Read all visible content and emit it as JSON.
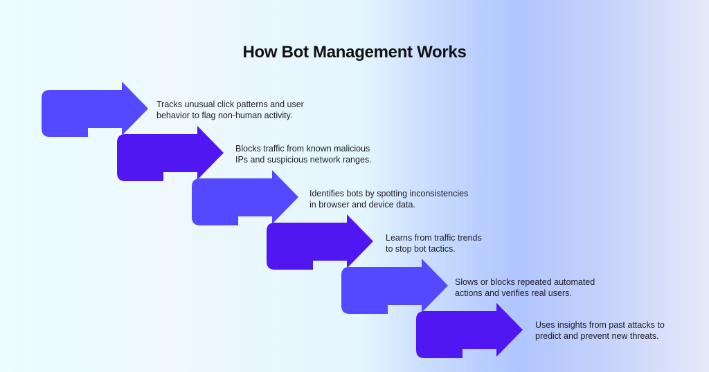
{
  "title": "How Bot Management Works",
  "colors": {
    "arrow_light": "#5449fe",
    "arrow_dark": "#5117f2",
    "text": "#1c1c24"
  },
  "steps": [
    {
      "name": "behavior-analysis",
      "variant": "light",
      "line1": "Tracks unusual click patterns and user",
      "line2": "behavior to flag non-human activity."
    },
    {
      "name": "ip-blocking",
      "variant": "dark",
      "line1": "Blocks traffic from known malicious",
      "line2": "IPs and suspicious network ranges."
    },
    {
      "name": "fingerprinting",
      "variant": "light",
      "line1": "Identifies bots by spotting inconsistencies",
      "line2": "in browser and device data."
    },
    {
      "name": "machine-learning",
      "variant": "dark",
      "line1": "Learns from traffic trends",
      "line2": "to stop bot tactics."
    },
    {
      "name": "rate-limiting",
      "variant": "light",
      "line1": "Slows or blocks repeated automated",
      "line2": "actions and verifies real users."
    },
    {
      "name": "threat-intelligence",
      "variant": "dark",
      "line1": "Uses insights from past attacks to",
      "line2": "predict and prevent new threats."
    }
  ]
}
